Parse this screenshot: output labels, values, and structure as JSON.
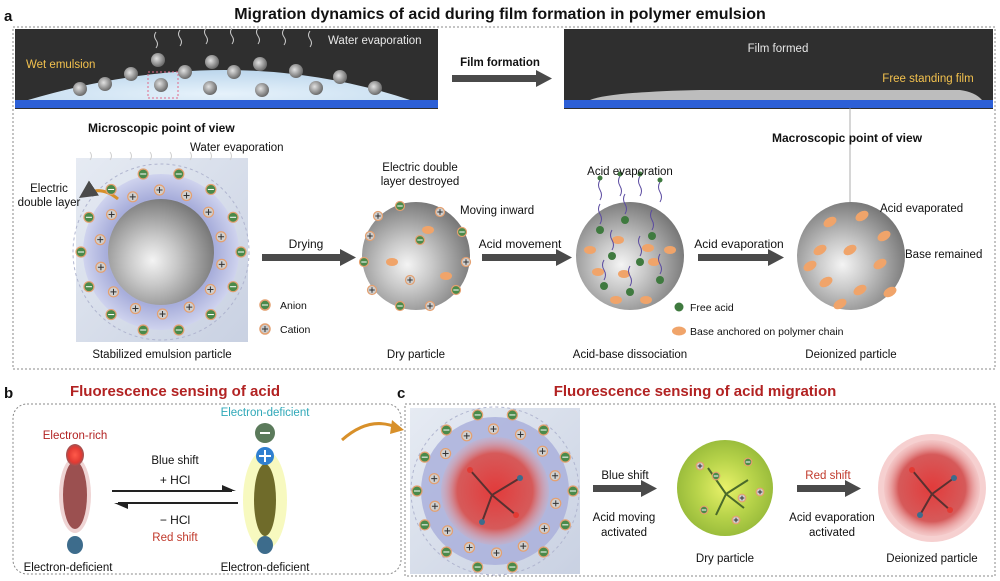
{
  "title": "Migration dynamics of acid during film formation in polymer emulsion",
  "panel_a": {
    "letter": "a",
    "wet_emulsion": "Wet emulsion",
    "water_evaporation_top": "Water evaporation",
    "film_formation": "Film formation",
    "film_formed": "Film formed",
    "free_standing_film": "Free standing film",
    "microscopic": "Microscopic  point of view",
    "macroscopic": "Macroscopic  point of view",
    "water_evaporation": "Water evaporation",
    "edl_line1": "Electric",
    "edl_line2": "double layer",
    "edl_destroyed_line1": "Electric double",
    "edl_destroyed_line2": "layer destroyed",
    "moving_inward": "Moving inward",
    "acid_evaporation": "Acid evaporation",
    "acid_evaporated": "Acid evaporated",
    "base_remained": "Base remained",
    "drying": "Drying",
    "acid_movement": "Acid movement",
    "acid_evaporation_arrow": "Acid evaporation",
    "legend_anion": "Anion",
    "legend_cation": "Cation",
    "legend_free_acid": "Free acid",
    "legend_base": "Base anchored on polymer chain",
    "cap_stabilized": "Stabilized emulsion particle",
    "cap_dry": "Dry particle",
    "cap_dissociation": "Acid-base dissociation",
    "cap_deionized": "Deionized particle"
  },
  "panel_b": {
    "letter": "b",
    "title": "Fluorescence sensing of acid",
    "electron_rich": "Electron-rich",
    "electron_deficient_top": "Electron-deficient",
    "electron_deficient_left": "Electron-deficient",
    "electron_deficient_right": "Electron-deficient",
    "blue_shift": "Blue shift",
    "plus_hcl": "+ HCl",
    "minus_hcl": "− HCl",
    "red_shift": "Red shift"
  },
  "panel_c": {
    "letter": "c",
    "title": "Fluorescence sensing of acid migration",
    "blue_shift": "Blue shift",
    "acid_moving_line1": "Acid moving",
    "acid_moving_line2": "activated",
    "red_shift": "Red shift",
    "acid_evap_line1": "Acid evaporation",
    "acid_evap_line2": "activated",
    "dry_particle": "Dry particle",
    "deionized_particle": "Deionized particle"
  },
  "colors": {
    "title_red": "#b22222",
    "yellow_label": "#f2c14e",
    "dark_panel": "#2f2f2f",
    "substrate_blue": "#2c5fd6",
    "arrow_gray": "#4a4a4a",
    "teal": "#2fa8b8",
    "red_shift": "#c0392b"
  }
}
